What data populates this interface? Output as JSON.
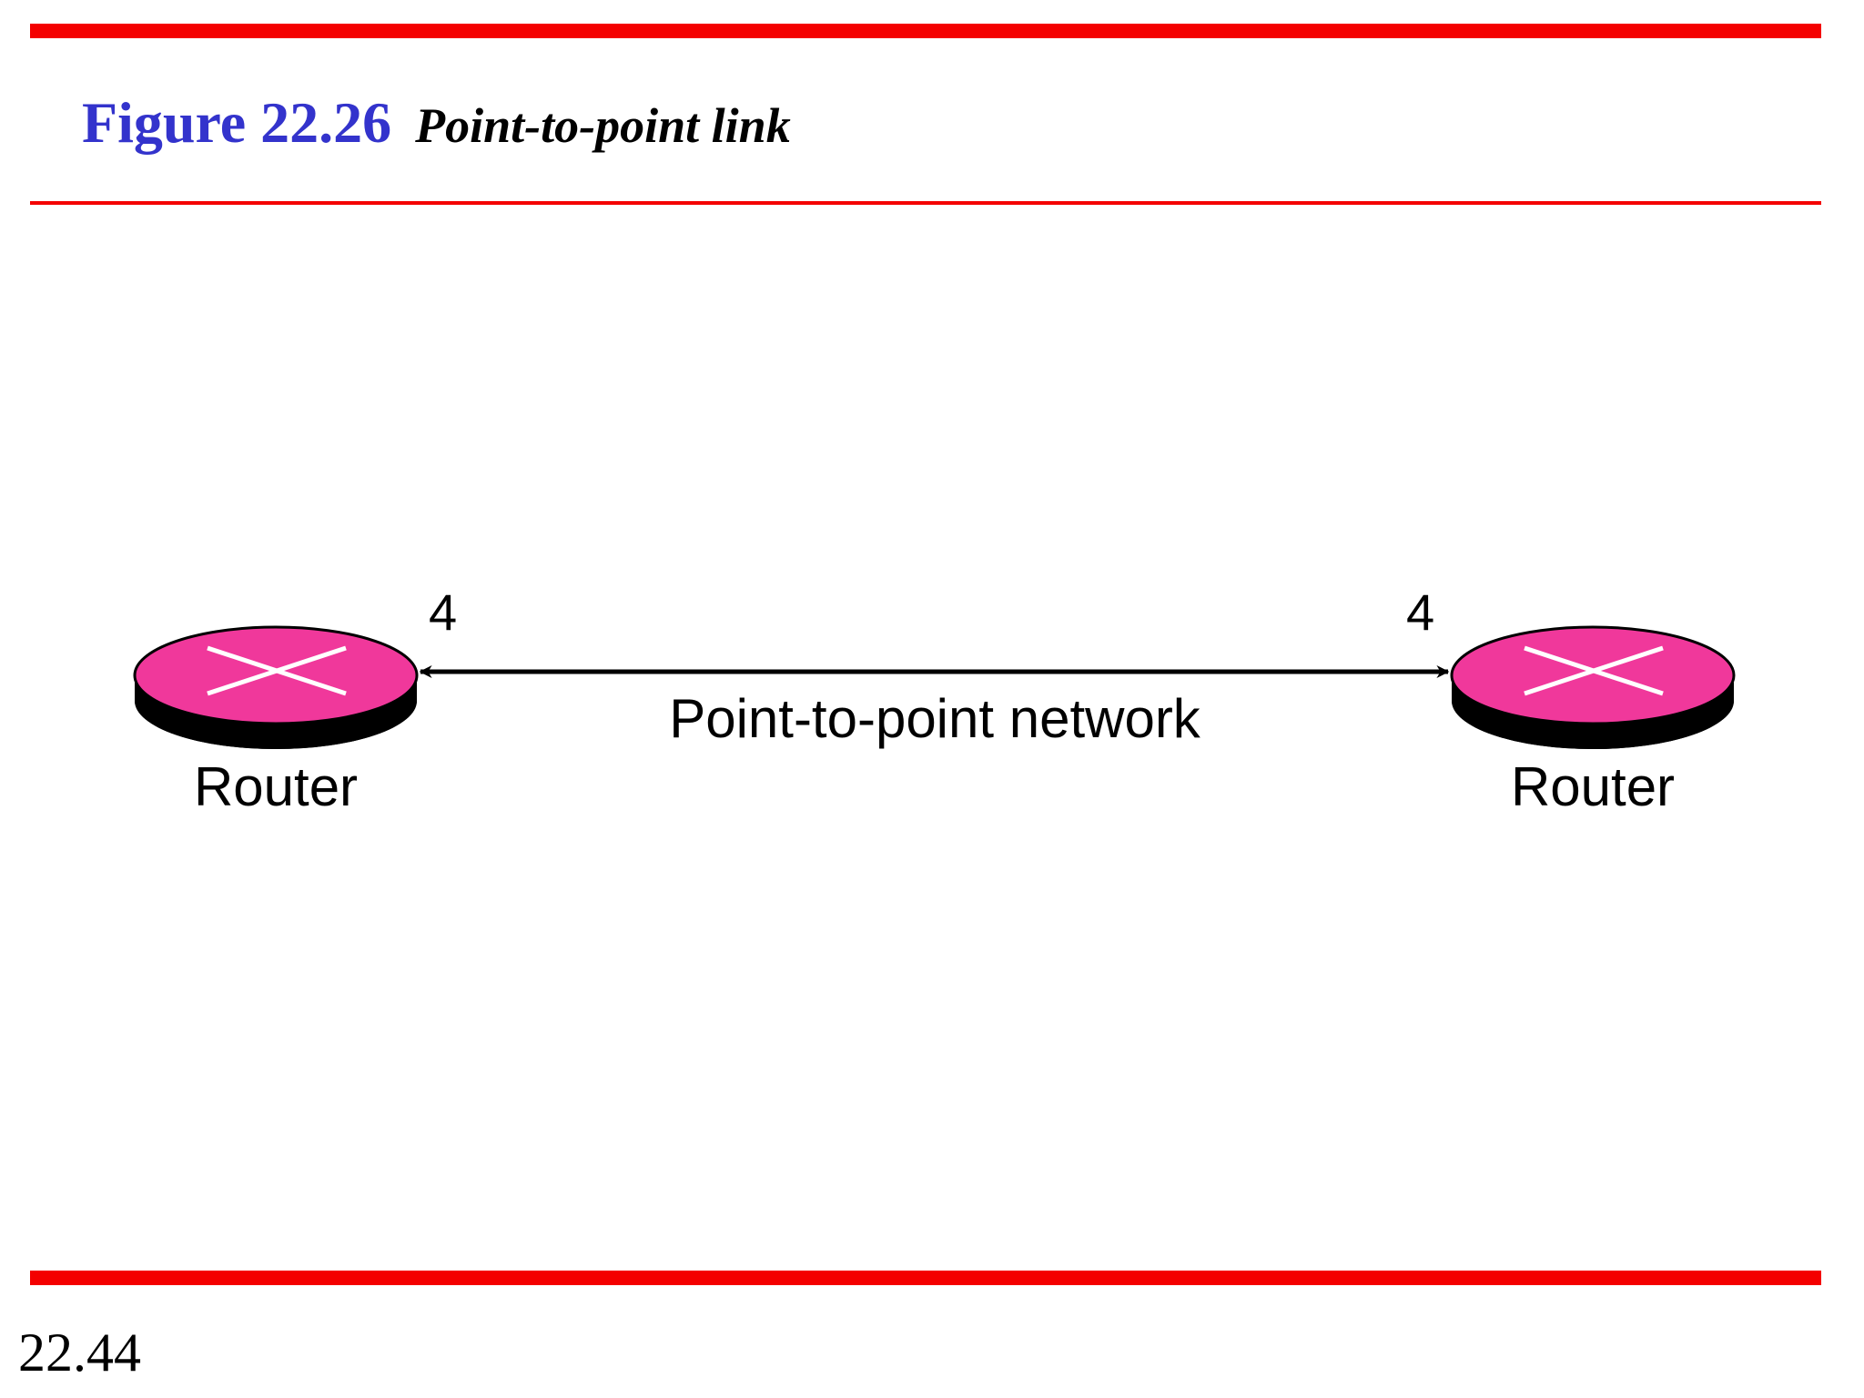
{
  "figure": {
    "number": "Figure 22.26",
    "caption": "Point-to-point link"
  },
  "diagram": {
    "routers": [
      {
        "label": "Router",
        "interface_number": "4"
      },
      {
        "label": "Router",
        "interface_number": "4"
      }
    ],
    "link": {
      "label": "Point-to-point network",
      "style": "bidirectional-arrow"
    },
    "colors": {
      "router_top": "#f0389b",
      "router_base": "#000000",
      "router_mark": "#ffffff",
      "rule": "#f40000",
      "figure_number": "#3333cc"
    }
  },
  "footer": {
    "slide_number": "22.44"
  }
}
